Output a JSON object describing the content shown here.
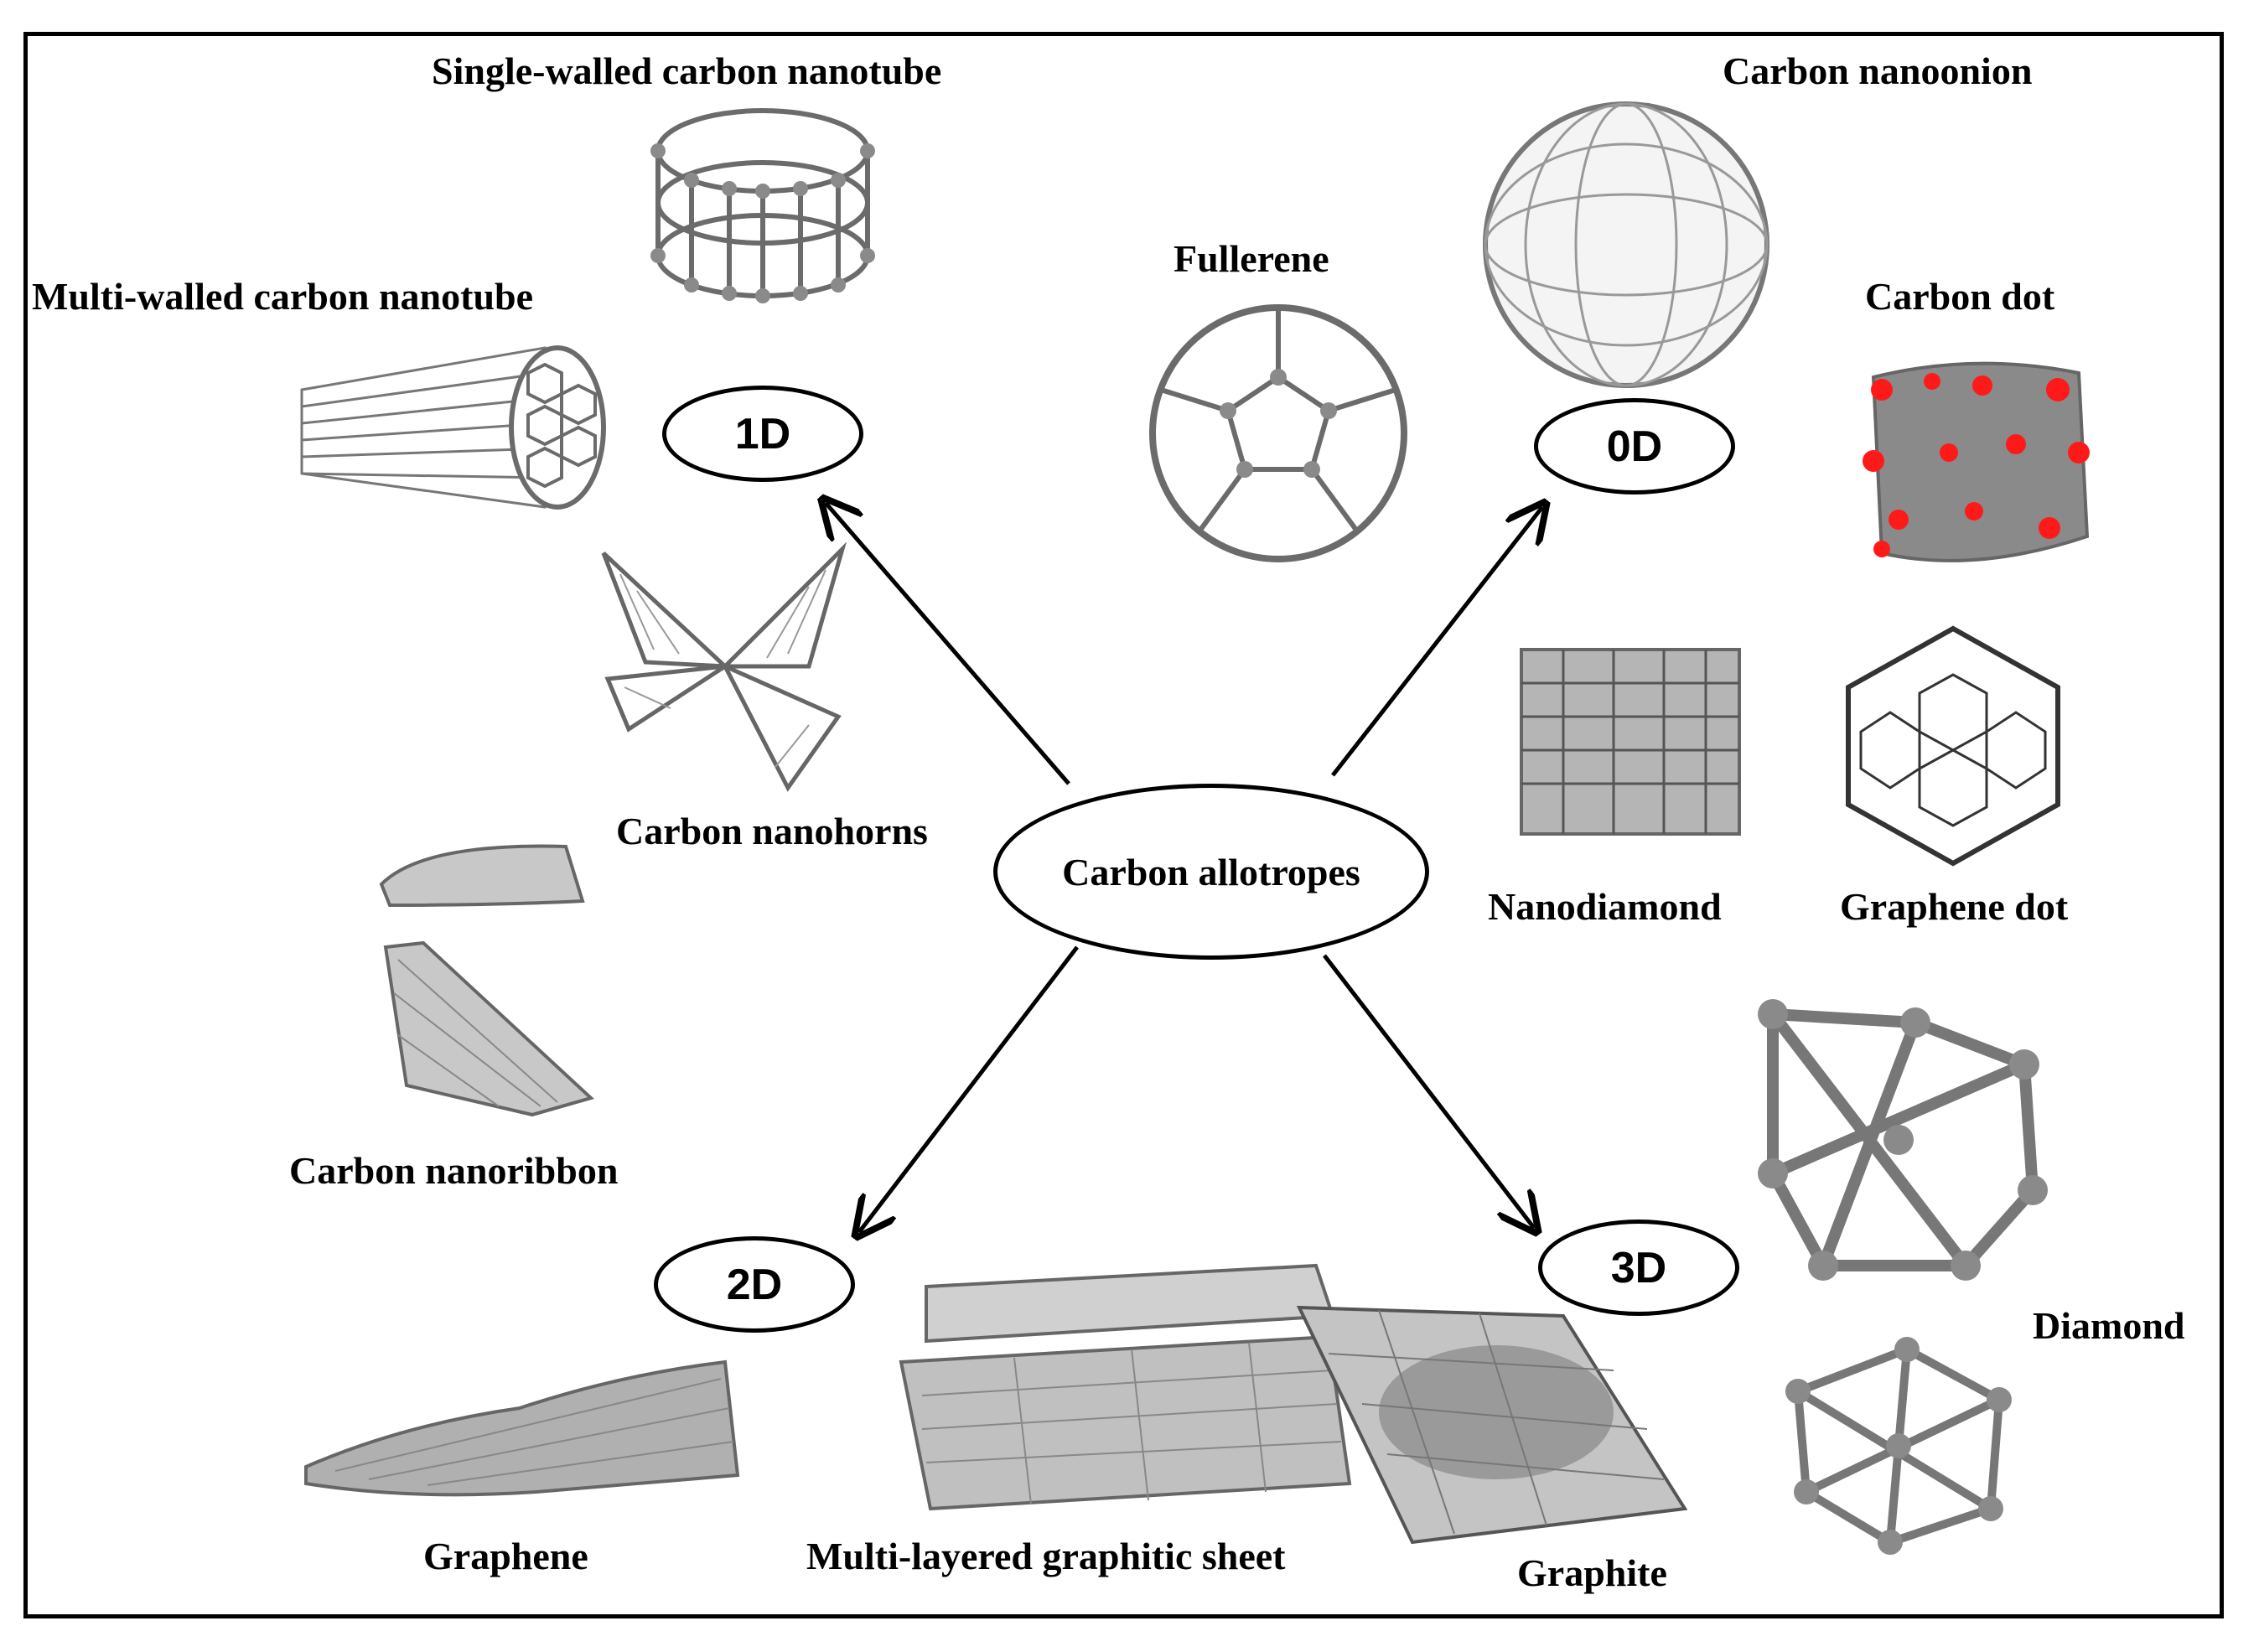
{
  "center": {
    "label": "Carbon allotropes"
  },
  "dimensions": {
    "d0": "0D",
    "d1": "1D",
    "d2": "2D",
    "d3": "3D"
  },
  "labels": {
    "swcnt": "Single-walled carbon nanotube",
    "mwcnt": "Multi-walled carbon nanotube",
    "nanohorns": "Carbon nanohorns",
    "nanoribbon": "Carbon nanoribbon",
    "fullerene": "Fullerene",
    "nanoonion": "Carbon nanoonion",
    "carbon_dot": "Carbon dot",
    "nanodiamond": "Nanodiamond",
    "graphene_dot": "Graphene dot",
    "diamond": "Diamond",
    "graphene": "Graphene",
    "multilayer": "Multi-layered graphitic sheet",
    "graphite": "Graphite"
  },
  "colors": {
    "atom": "#8a8a8a",
    "bond": "#6b6b6b",
    "dot_accent": "#ff1a1a",
    "line": "#000000"
  }
}
